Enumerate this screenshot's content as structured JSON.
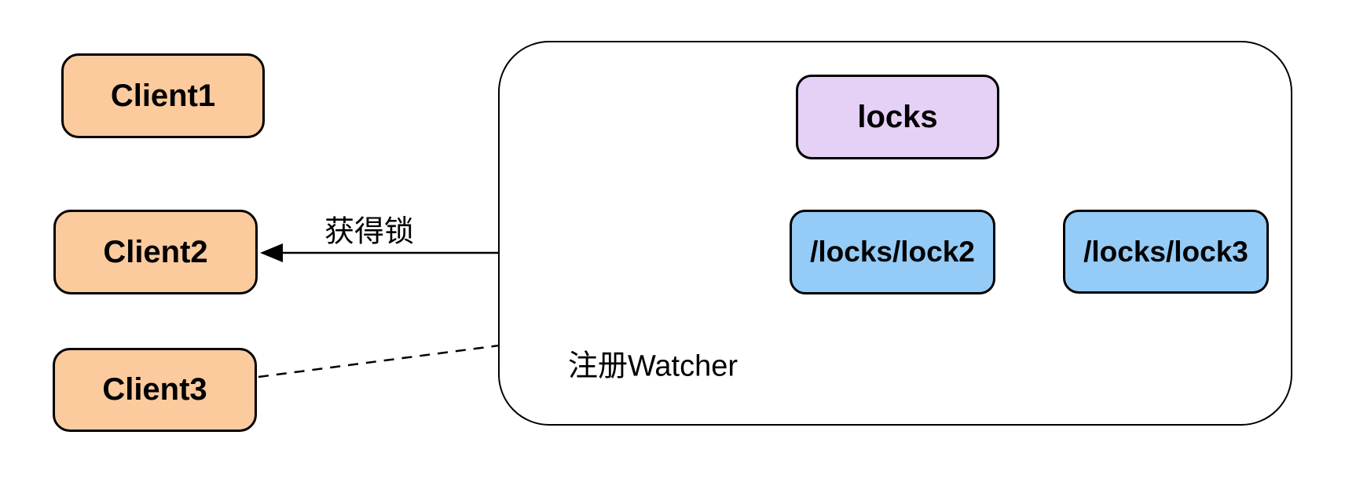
{
  "nodes": {
    "client1": {
      "label": "Client1"
    },
    "client2": {
      "label": "Client2"
    },
    "client3": {
      "label": "Client3"
    },
    "locks_root": {
      "label": "locks"
    },
    "lock2": {
      "label": "/locks/lock2"
    },
    "lock3": {
      "label": "/locks/lock3"
    }
  },
  "edge_labels": {
    "acquire_lock": "获得锁",
    "register_watcher": "注册Watcher"
  },
  "colors": {
    "client_fill": "#fbca9d",
    "locks_root_fill": "#e5d0f6",
    "lock_node_fill": "#94cbf7",
    "stroke": "#000000",
    "background": "#ffffff"
  }
}
